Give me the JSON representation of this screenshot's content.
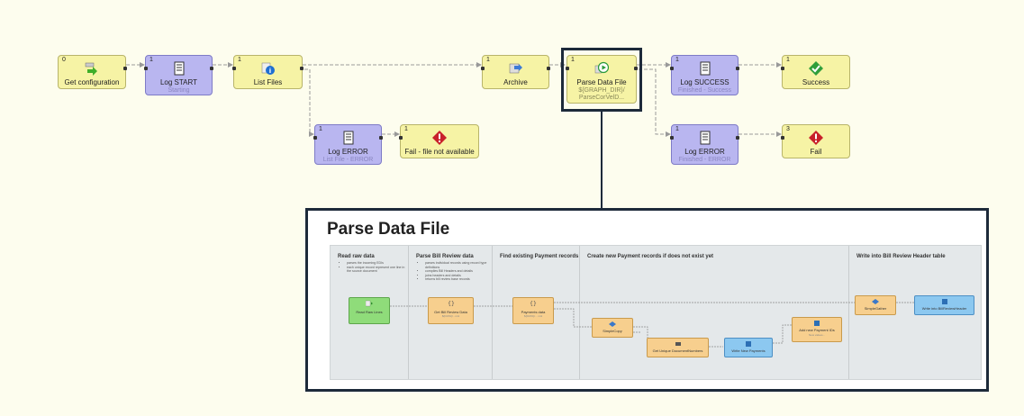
{
  "graph": {
    "nodes": [
      {
        "id": "get-configuration",
        "number": "0",
        "label": "Get configuration",
        "sub": "",
        "icon": "config-arrow-icon"
      },
      {
        "id": "log-start",
        "number": "1",
        "label": "Log START",
        "sub": "Starting",
        "icon": "log-document-icon"
      },
      {
        "id": "list-files",
        "number": "1",
        "label": "List Files",
        "sub": "",
        "icon": "info-icon"
      },
      {
        "id": "archive",
        "number": "1",
        "label": "Archive",
        "sub": "",
        "icon": "archive-icon"
      },
      {
        "id": "parse-data-file",
        "number": "1",
        "label": "Parse Data File",
        "sub": "${GRAPH_DIR}/ ParseCorVelD...",
        "icon": "play-icon"
      },
      {
        "id": "log-success",
        "number": "1",
        "label": "Log SUCCESS",
        "sub": "Finished - Success",
        "icon": "log-document-icon"
      },
      {
        "id": "success",
        "number": "1",
        "label": "Success",
        "sub": "",
        "icon": "check-icon"
      },
      {
        "id": "log-error-1",
        "number": "1",
        "label": "Log ERROR",
        "sub": "List File - ERROR",
        "icon": "log-document-icon"
      },
      {
        "id": "fail-file",
        "number": "1",
        "label": "Fail - file not available",
        "sub": "",
        "icon": "warning-icon"
      },
      {
        "id": "log-error-2",
        "number": "1",
        "label": "Log ERROR",
        "sub": "Finished - ERROR",
        "icon": "log-document-icon"
      },
      {
        "id": "fail",
        "number": "3",
        "label": "Fail",
        "sub": "",
        "icon": "warning-icon"
      }
    ]
  },
  "detail": {
    "title": "Parse Data File",
    "lanes": [
      {
        "title": "Read raw data",
        "notes": [
          "parses the incoming EDIs",
          "each unique record represent one line in the source document"
        ]
      },
      {
        "title": "Parse Bill Review data",
        "notes": [
          "parses individual records using record type definitions",
          "compiles Bill Headers and details",
          "joins headers and details",
          "returns bill review base records"
        ]
      },
      {
        "title": "Find existing Payment records",
        "notes": []
      },
      {
        "title": "Create new Payment records if does not exist yet",
        "notes": []
      },
      {
        "title": "Write into Bill Review Header table",
        "notes": []
      }
    ],
    "components": [
      {
        "id": "read-raw-lines",
        "label": "Read Raw Lines",
        "sub": ""
      },
      {
        "id": "bill-review-data",
        "label": "Get Bill Review Data",
        "sub": "${DATA}/...xml"
      },
      {
        "id": "payments-data",
        "label": "Payments data",
        "sub": "${DATA}/... xml"
      },
      {
        "id": "simple-copy",
        "label": "SimpleCopy",
        "sub": ""
      },
      {
        "id": "get-unique-documentnumbers",
        "label": "Get Unique DocumentNumbers",
        "sub": ""
      },
      {
        "id": "write-new-payments",
        "label": "Write New Payments",
        "sub": ""
      },
      {
        "id": "add-new-payment-ids",
        "label": "Add new Payment IDs",
        "sub": "New values..."
      },
      {
        "id": "simple-gather",
        "label": "SimpleGather",
        "sub": ""
      },
      {
        "id": "write-into-billreviewheader",
        "label": "Write into BillReviewHeader",
        "sub": ""
      }
    ]
  },
  "colors": {
    "yellow_node": "#f6f3a5",
    "blue_node": "#b9b6f0",
    "highlight": "#1d2a3a",
    "background": "#fdfdee"
  }
}
